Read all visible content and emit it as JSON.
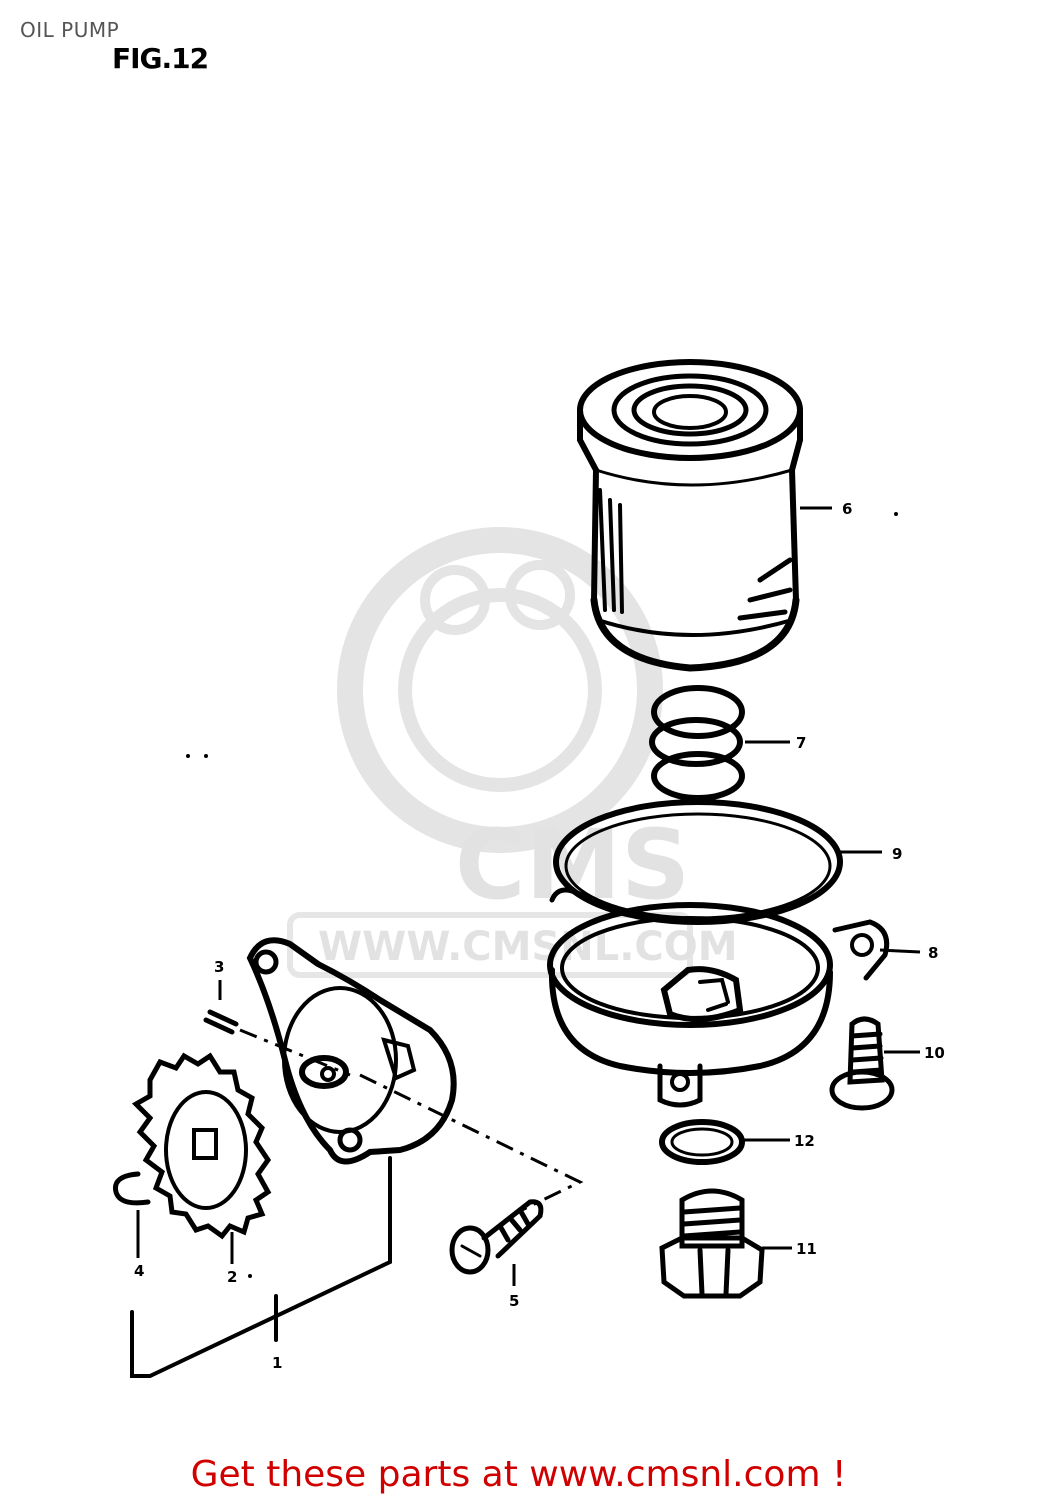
{
  "page_title": "OIL PUMP",
  "figure_label": "FIG.12",
  "footer_text": "Get these parts at www.cmsnl.com !",
  "footer_color": "#d00000",
  "watermark": {
    "brand": "CMS",
    "url": "WWW.CMSNL.COM"
  },
  "callouts": {
    "c1": "1",
    "c2": "2",
    "c3": "3",
    "c4": "4",
    "c5": "5",
    "c6": "6",
    "c7": "7",
    "c8": "8",
    "c9": "9",
    "c10": "10",
    "c11": "11",
    "c12": "12"
  }
}
